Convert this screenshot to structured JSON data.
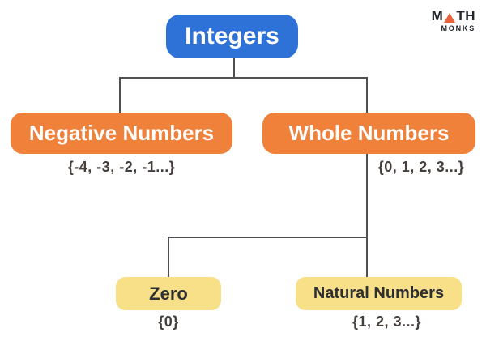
{
  "logo": {
    "part1": "M",
    "part2": "TH",
    "line2": "MONKS",
    "triangle_icon": "triangle-a",
    "triangle_color": "#e8623c",
    "text_color": "#22252c"
  },
  "diagram": {
    "title_node": "Integers",
    "nodes": {
      "integers": {
        "label": "Integers"
      },
      "negative": {
        "label": "Negative Numbers",
        "set": "{-4, -3, -2, -1...}"
      },
      "whole": {
        "label": "Whole Numbers",
        "set": "{0, 1, 2, 3...}"
      },
      "zero": {
        "label": "Zero",
        "set": "{0}"
      },
      "natural": {
        "label": "Natural Numbers",
        "set": "{1, 2, 3...}"
      }
    },
    "colors": {
      "root_box": "#2e72d8",
      "level2_box": "#f0813a",
      "level3_box": "#f7e087",
      "box_text_light": "#ffffff",
      "box_text_dark": "#2e2f34",
      "set_text": "#46403d",
      "connector_line": "#4f5054",
      "background": "#ffffff"
    }
  }
}
